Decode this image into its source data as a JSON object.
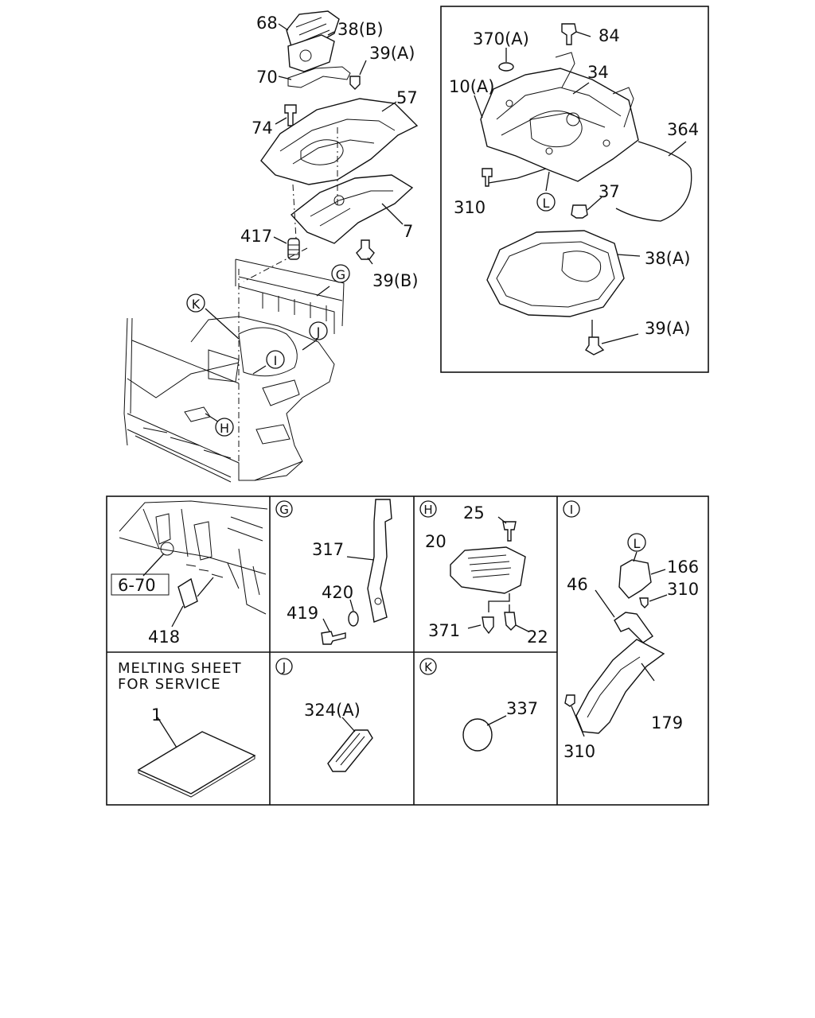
{
  "main_labels": {
    "p68": "68",
    "p38b": "38(B)",
    "p39a_top": "39(A)",
    "p70": "70",
    "p57": "57",
    "p74": "74",
    "p7": "7",
    "p417": "417",
    "p39b": "39(B)",
    "ref_g": "G",
    "ref_k": "K",
    "ref_j": "J",
    "ref_i": "I",
    "ref_h": "H"
  },
  "inset_labels": {
    "p370a": "370(A)",
    "p84": "84",
    "p10a": "10(A)",
    "p34": "34",
    "p364": "364",
    "p310": "310",
    "ref_l": "L",
    "p37": "37",
    "p38a": "38(A)",
    "p39a": "39(A)"
  },
  "detail_cells": {
    "ref_cell": {
      "box_label": "6-70",
      "p418": "418"
    },
    "g": {
      "letter": "G",
      "p317": "317",
      "p420": "420",
      "p419": "419"
    },
    "h": {
      "letter": "H",
      "p25": "25",
      "p20": "20",
      "p371": "371",
      "p22": "22"
    },
    "i": {
      "letter": "I",
      "ref_l": "L",
      "p166": "166",
      "p46": "46",
      "p310_top": "310",
      "p179": "179",
      "p310_bottom": "310"
    },
    "service": {
      "line1": "MELTING SHEET",
      "line2": "FOR SERVICE",
      "p1": "1"
    },
    "j": {
      "letter": "J",
      "p324a": "324(A)"
    },
    "k": {
      "letter": "K",
      "p337": "337"
    }
  }
}
